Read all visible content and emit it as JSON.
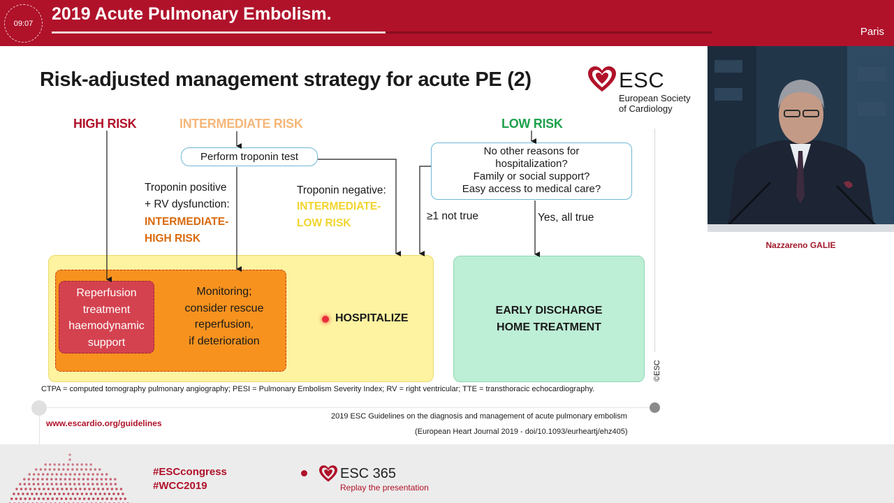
{
  "header": {
    "timer": "09:07",
    "title": "2019 Acute Pulmonary Embolism.",
    "location": "Paris",
    "progress": 0.505
  },
  "slide": {
    "title": "Risk-adjusted management strategy for acute PE (2)",
    "logo": {
      "name": "ESC",
      "subtitle_line1": "European Society",
      "subtitle_line2": "of Cardiology"
    },
    "risk_labels": {
      "high": "HIGH RISK",
      "intermediate": "INTERMEDIATE RISK",
      "low": "LOW RISK"
    },
    "troponin_test": "Perform troponin test",
    "low_risk_questions": [
      "No other reasons for",
      "hospitalization?",
      "Family or social support?",
      "Easy access to medical care?"
    ],
    "troponin_positive": [
      "Troponin positive",
      "+ RV dysfunction:"
    ],
    "intermediate_high": [
      "INTERMEDIATE-",
      "HIGH RISK"
    ],
    "troponin_negative": "Troponin negative:",
    "intermediate_low": [
      "INTERMEDIATE-",
      "LOW RISK"
    ],
    "not_true": "≥1 not true",
    "all_true": "Yes, all true",
    "reperfusion": [
      "Reperfusion",
      "treatment",
      "haemodynamic",
      "support"
    ],
    "monitoring": [
      "Monitoring;",
      "consider rescue",
      "reperfusion,",
      "if deterioration"
    ],
    "hospitalize": "HOSPITALIZE",
    "discharge": [
      "EARLY DISCHARGE",
      "HOME TREATMENT"
    ],
    "footnote": "CTPA = computed tomography pulmonary angiography; PESI = Pulmonary Embolism Severity Index; RV = right ventricular; TTE = transthoracic echocardiography.",
    "copyright": "©ESC",
    "url": "www.escardio.org/guidelines",
    "reference_line1": "2019 ESC Guidelines on the diagnosis and management of acute pulmonary embolism",
    "reference_line2": "(European Heart Journal 2019 - doi/10.1093/eurheartj/ehz405)"
  },
  "speaker": {
    "name": "Nazzareno GALIE"
  },
  "footer": {
    "hashtag1": "#ESCcongress",
    "hashtag2": "#WCC2019",
    "product": "ESC 365",
    "product_tagline": "Replay the presentation"
  },
  "colors": {
    "brand_red": "#b0122a",
    "high_risk": "#b0122a",
    "intermediate_risk": "#f5b77a",
    "low_risk": "#1da14b",
    "intermediate_high": "#d9690c",
    "intermediate_low": "#f2d42e",
    "hospitalize_area": "#fdf3a0",
    "discharge_area": "#bdeed6"
  },
  "icons": {
    "logo": "heart-icon",
    "laser": "laser-pointer-icon"
  }
}
